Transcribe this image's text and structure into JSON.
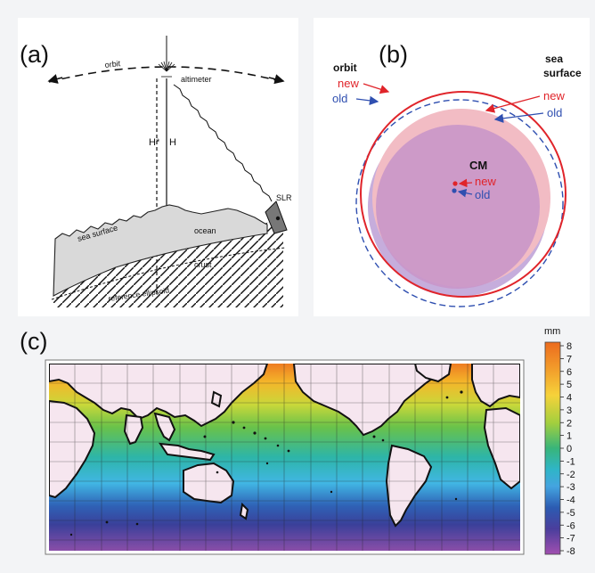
{
  "panel_a": {
    "label": "(a)",
    "orbit": "orbit",
    "altimeter": "altimeter",
    "h_star": "H*",
    "h": "H",
    "slr": "SLR",
    "sea_surface": "sea surface",
    "ocean": "ocean",
    "crust": "crust",
    "reference_ellipsoid": "reference ellipsoid"
  },
  "panel_b": {
    "label": "(b)",
    "orbit": "orbit",
    "orbit_new": "new",
    "orbit_old": "old",
    "sea": "sea",
    "surface": "surface",
    "sea_new": "new",
    "sea_old": "old",
    "cm": "CM",
    "cm_new": "new",
    "cm_old": "old",
    "colors": {
      "new": "#e0242a",
      "old": "#2f4fb0",
      "new_fill": "#f0b8c0",
      "old_fill": "#c4a8dc"
    }
  },
  "panel_c": {
    "label": "(c)",
    "colorbar_unit": "mm",
    "colorbar_ticks": [
      "8",
      "7",
      "6",
      "5",
      "4",
      "3",
      "2",
      "1",
      "0",
      "-1",
      "-2",
      "-3",
      "-4",
      "-5",
      "-6",
      "-7",
      "-8"
    ],
    "land_color": "#f6e6ef"
  }
}
